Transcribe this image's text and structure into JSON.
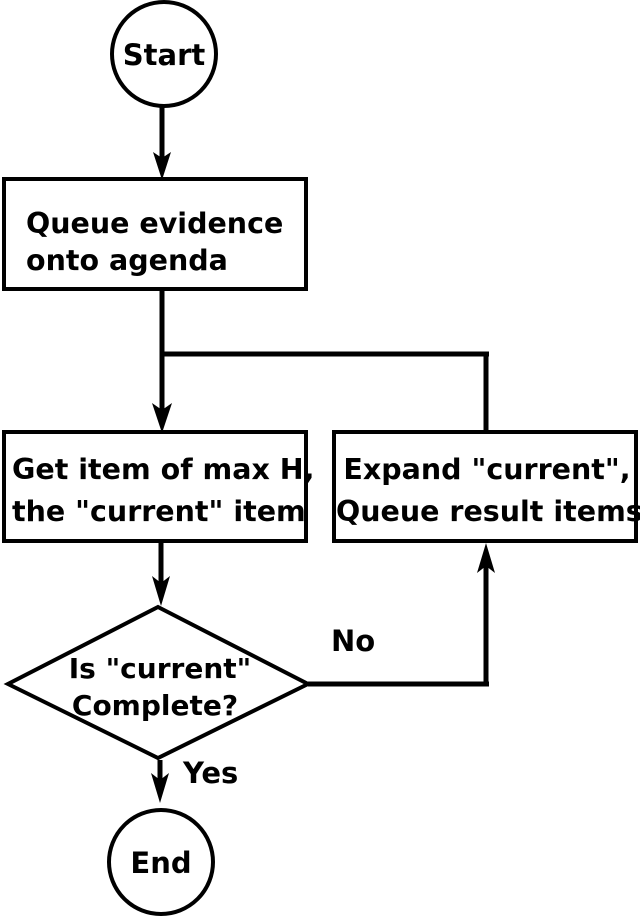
{
  "diagram": {
    "title": "Agenda-driven expansion flowchart",
    "background_color": "#ffffff",
    "line_color": "#000000",
    "nodes": {
      "start": {
        "type": "terminator",
        "label": "Start"
      },
      "queue_evidence": {
        "type": "process",
        "line1": "Queue evidence",
        "line2": "onto agenda"
      },
      "get_item": {
        "type": "process",
        "line1": "Get item of max H,",
        "line2": "the \"current\" item"
      },
      "expand_current": {
        "type": "process",
        "line1": "Expand \"current\",",
        "line2": "Queue result items"
      },
      "is_complete": {
        "type": "decision",
        "line1": "Is \"current\"",
        "line2": "Complete?"
      },
      "end": {
        "type": "terminator",
        "label": "End"
      }
    },
    "edge_labels": {
      "no": "No",
      "yes": "Yes"
    }
  }
}
